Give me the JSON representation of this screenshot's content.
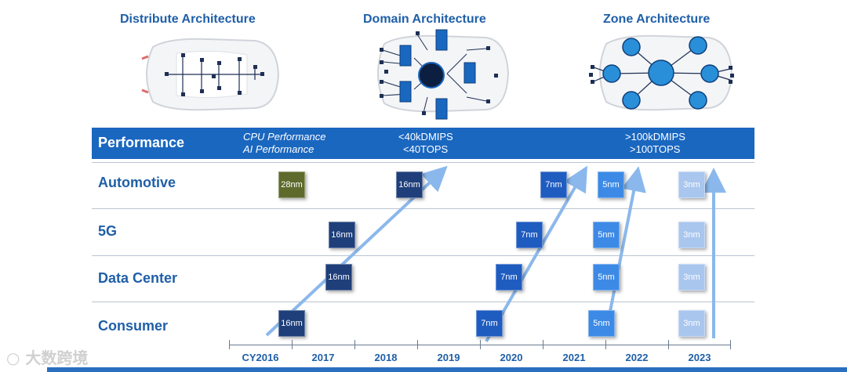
{
  "architectures": [
    {
      "title": "Distribute Architecture"
    },
    {
      "title": "Domain Architecture"
    },
    {
      "title": "Zone Architecture"
    }
  ],
  "performance": {
    "title": "Performance",
    "metric1": "CPU Performance",
    "metric2": "AI Performance",
    "low_cpu": "<40kDMIPS",
    "low_ai": "<40TOPS",
    "high_cpu": ">100kDMIPS",
    "high_ai": ">100TOPS"
  },
  "rows": [
    {
      "label": "Automotive"
    },
    {
      "label": "5G"
    },
    {
      "label": "Data Center"
    },
    {
      "label": "Consumer"
    }
  ],
  "chips": {
    "automotive": [
      "28nm",
      "16nm",
      "7nm",
      "5nm",
      "3nm"
    ],
    "fiveg": [
      "16nm",
      "7nm",
      "5nm",
      "3nm"
    ],
    "datacenter": [
      "16nm",
      "7nm",
      "5nm",
      "3nm"
    ],
    "consumer": [
      "16nm",
      "7nm",
      "5nm",
      "3nm"
    ]
  },
  "timeline": [
    "CY2016",
    "2017",
    "2018",
    "2019",
    "2020",
    "2021",
    "2022",
    "2023"
  ],
  "watermark": "大数跨境",
  "colors": {
    "band": "#1a67c0",
    "heading": "#1f5fa8",
    "chip_28nm": "#5e6a2c",
    "chip_16nm": "#1e3f7a",
    "chip_7nm": "#1f5cc0",
    "chip_5nm": "#3d8ae6",
    "chip_3nm": "#a9c6ee",
    "arrow": "#8bb8ec"
  }
}
